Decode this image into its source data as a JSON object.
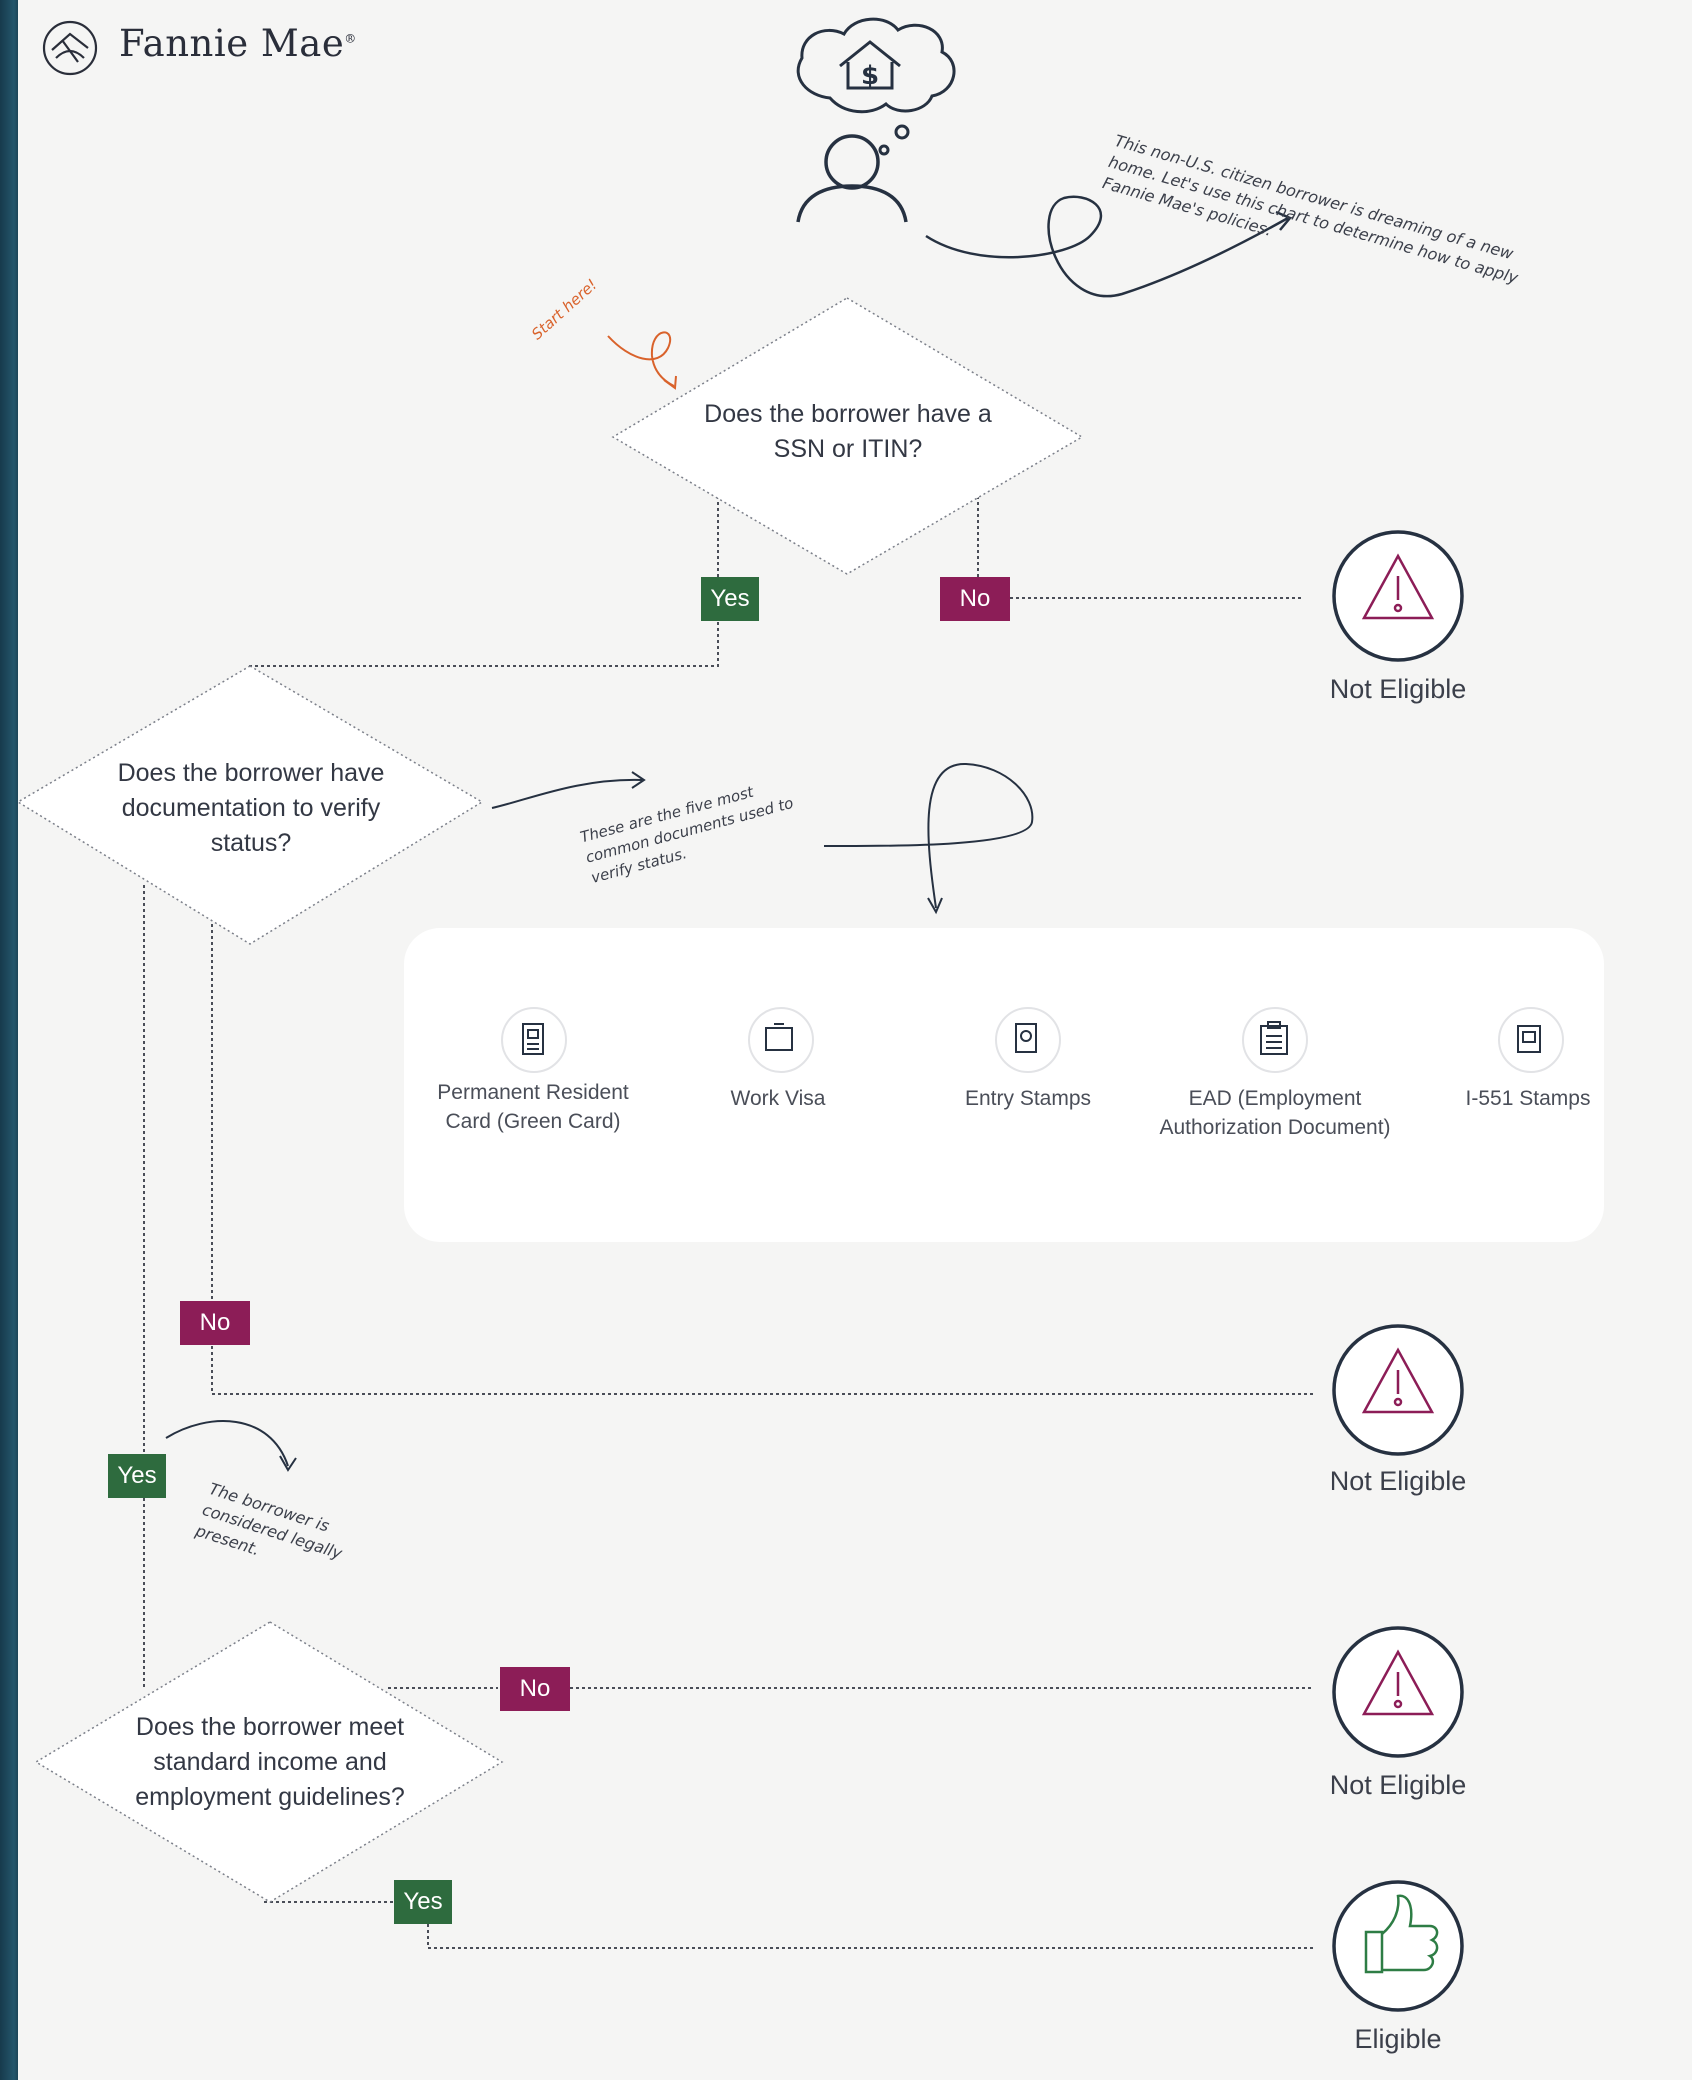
{
  "brand": {
    "name": "Fannie Mae",
    "trademark": "®"
  },
  "intro_note": "This non-U.S. citizen borrower is dreaming of a new home. Let's use this chart to determine how to apply Fannie Mae's policies.",
  "start_note": "Start here!",
  "questions": {
    "q1": "Does the borrower have a SSN or ITIN?",
    "q2": "Does the borrower have documentation to verify status?",
    "q3": "Does the borrower meet standard income and employment guidelines?"
  },
  "tags": {
    "yes": "Yes",
    "no": "No"
  },
  "documents_note": "These are the five most common documents used to verify status.",
  "documents": [
    {
      "label": "Permanent Resident Card (Green Card)",
      "icon": "id-card-icon"
    },
    {
      "label": "Work Visa",
      "icon": "visa-badge-icon"
    },
    {
      "label": "Entry Stamps",
      "icon": "passport-icon"
    },
    {
      "label": "EAD (Employment Authorization Document)",
      "icon": "clipboard-icon"
    },
    {
      "label": "I-551 Stamps",
      "icon": "stamp-icon"
    }
  ],
  "legal_note": "The borrower is considered legally present.",
  "results": {
    "not_eligible": "Not Eligible",
    "eligible": "Eligible"
  },
  "colors": {
    "yes": "#2e6b3e",
    "no": "#8c1d57",
    "ink": "#263141",
    "warning": "#8c1d57",
    "eligible": "#2e7d45",
    "start_note": "#d9622b"
  },
  "icons": {
    "logo": "fannie-mae-logo-icon",
    "dream": "thought-bubble-house-icon",
    "borrower": "person-icon",
    "warning": "warning-triangle-icon",
    "thumbs_up": "thumbs-up-icon"
  }
}
